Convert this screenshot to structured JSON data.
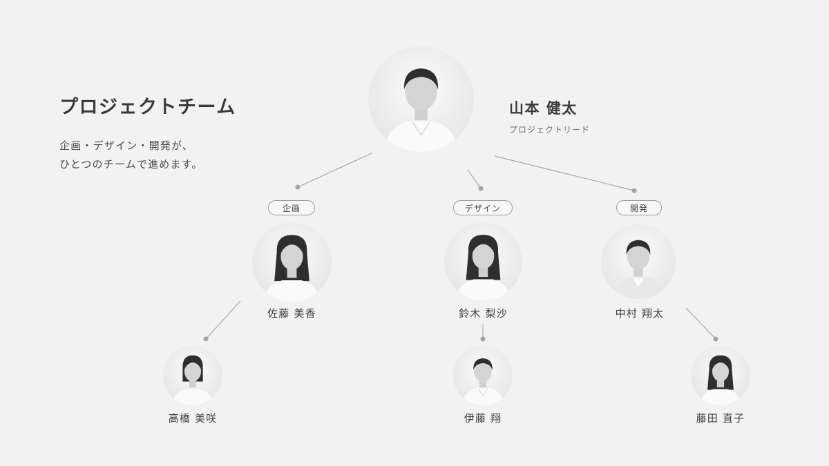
{
  "intro": {
    "title": "プロジェクトチーム",
    "line1": "企画・デザイン・開発が、",
    "line2": "ひとつのチームで進めます。"
  },
  "lead": {
    "name": "山本 健太",
    "role": "プロジェクトリード"
  },
  "departments": {
    "planning": "企画",
    "design": "デザイン",
    "development": "開発"
  },
  "members": {
    "sato": "佐藤 美香",
    "suzuki": "鈴木 梨沙",
    "nakamura": "中村 翔太",
    "takahashi": "高橋 美咲",
    "ito": "伊藤 翔",
    "fujita": "藤田 直子"
  },
  "colors": {
    "background": "#f2f2f2",
    "connector": "#a8a8a8",
    "text": "#3a3a3a"
  }
}
